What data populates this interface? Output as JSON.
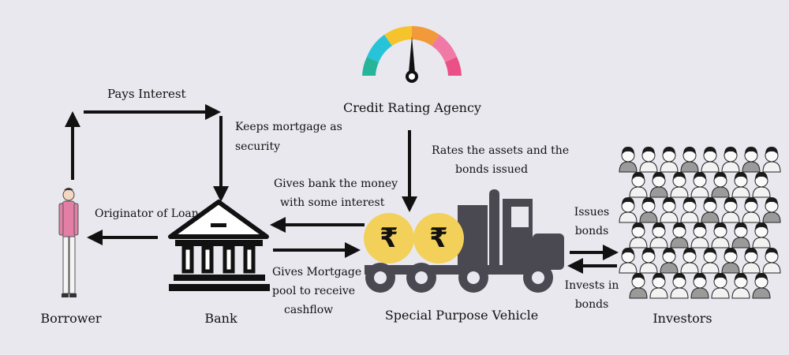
{
  "nodes": {
    "borrower": "Borrower",
    "bank": "Bank",
    "spv": "Special Purpose Vehicle",
    "investors": "Investors",
    "credit_agency": "Credit Rating Agency"
  },
  "edges": {
    "pays_interest": "Pays Interest",
    "keeps_mortgage_1": "Keeps mortgage as",
    "keeps_mortgage_2": "security",
    "originator": "Originator of Loan",
    "gives_money_1": "Gives bank the money",
    "gives_money_2": "with some interest",
    "gives_mortgage_1": "Gives Mortgage",
    "gives_mortgage_2": "pool to receive",
    "gives_mortgage_3": "cashflow",
    "rates_1": "Rates the assets  and the",
    "rates_2": "bonds issued",
    "issues_1": "Issues",
    "issues_2": "bonds",
    "invests_1": "Invests in",
    "invests_2": "bonds"
  },
  "currency_symbol": "₹",
  "colors": {
    "background": "#e9e8ef",
    "arrow": "#111111",
    "coin": "#f3d05a",
    "truck": "#4a4850",
    "gauge": [
      "#26b49a",
      "#27c4d9",
      "#f5c42c",
      "#f2993a",
      "#f07aa5",
      "#ea4f85"
    ]
  }
}
